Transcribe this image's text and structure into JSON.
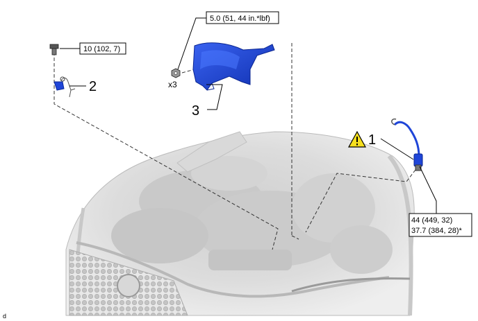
{
  "torque_specs": {
    "bolt": "10 (102, 7)",
    "nut": "5.0 (51, 44 in.*lbf)",
    "sensor_line1": "44 (449, 32)",
    "sensor_line2": "37.7 (384, 28)*"
  },
  "callouts": {
    "sensor": "1",
    "bracket": "2",
    "cover": "3"
  },
  "quantity": "x3",
  "corner_mark": "d",
  "colors": {
    "part_highlight": "#1f45d8",
    "part_dark": "#0c2a9a",
    "engine_gray": "#d2d2d2",
    "warning_yellow": "#f6df1e"
  },
  "icons": {
    "warning": "warning-triangle-icon"
  }
}
